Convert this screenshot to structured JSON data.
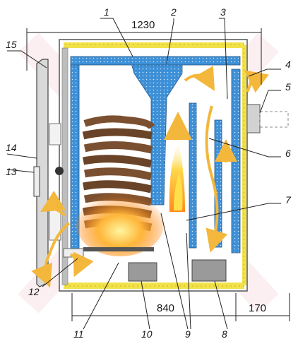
{
  "dimensions": {
    "total_width": "1230",
    "body_width": "840",
    "flue_depth": "170"
  },
  "callouts": [
    "1",
    "2",
    "3",
    "4",
    "5",
    "6",
    "7",
    "8",
    "9",
    "10",
    "11",
    "12",
    "13",
    "14",
    "15"
  ],
  "colors": {
    "water_jacket": "#3d8fd6",
    "insulation": "#f2e24a",
    "steel_frame": "#9a9a9a",
    "flame_core": "#ffe04a",
    "flame_outer": "#ff8a1c",
    "airflow_arrow": "#f6c24a",
    "hot_gas_arrow": "#e8702a"
  },
  "icons": [
    "wood-log-stack",
    "flame",
    "airflow-arrow",
    "hot-gas-arrow",
    "flue-pipe"
  ]
}
